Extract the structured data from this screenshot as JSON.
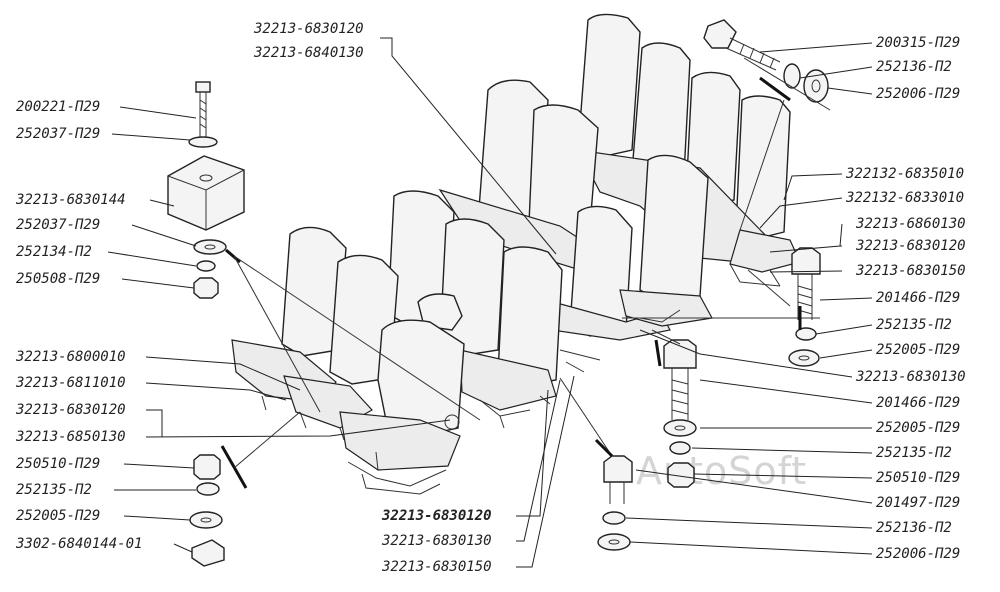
{
  "watermark": "AutoSoft",
  "labels_left": [
    "200221-П29",
    "252037-П29",
    "32213-6830144",
    "252037-П29",
    "252134-П2",
    "250508-П29",
    "32213-6800010",
    "32213-6811010",
    "32213-6830120",
    "32213-6850130",
    "250510-П29",
    "252135-П2",
    "252005-П29",
    "3302-6840144-01"
  ],
  "labels_top": [
    "32213-6830120",
    "32213-6840130"
  ],
  "labels_right": [
    "200315-П29",
    "252136-П2",
    "252006-П29",
    "322132-6835010",
    "322132-6833010",
    "32213-6860130",
    "32213-6830120",
    "32213-6830150",
    "201466-П29",
    "252135-П2",
    "252005-П29",
    "32213-6830130",
    "201466-П29",
    "252005-П29",
    "252135-П2",
    "250510-П29",
    "201497-П29",
    "252136-П2",
    "252006-П29"
  ],
  "labels_bottom": [
    "32213-6830120",
    "32213-6830130",
    "32213-6830150"
  ]
}
